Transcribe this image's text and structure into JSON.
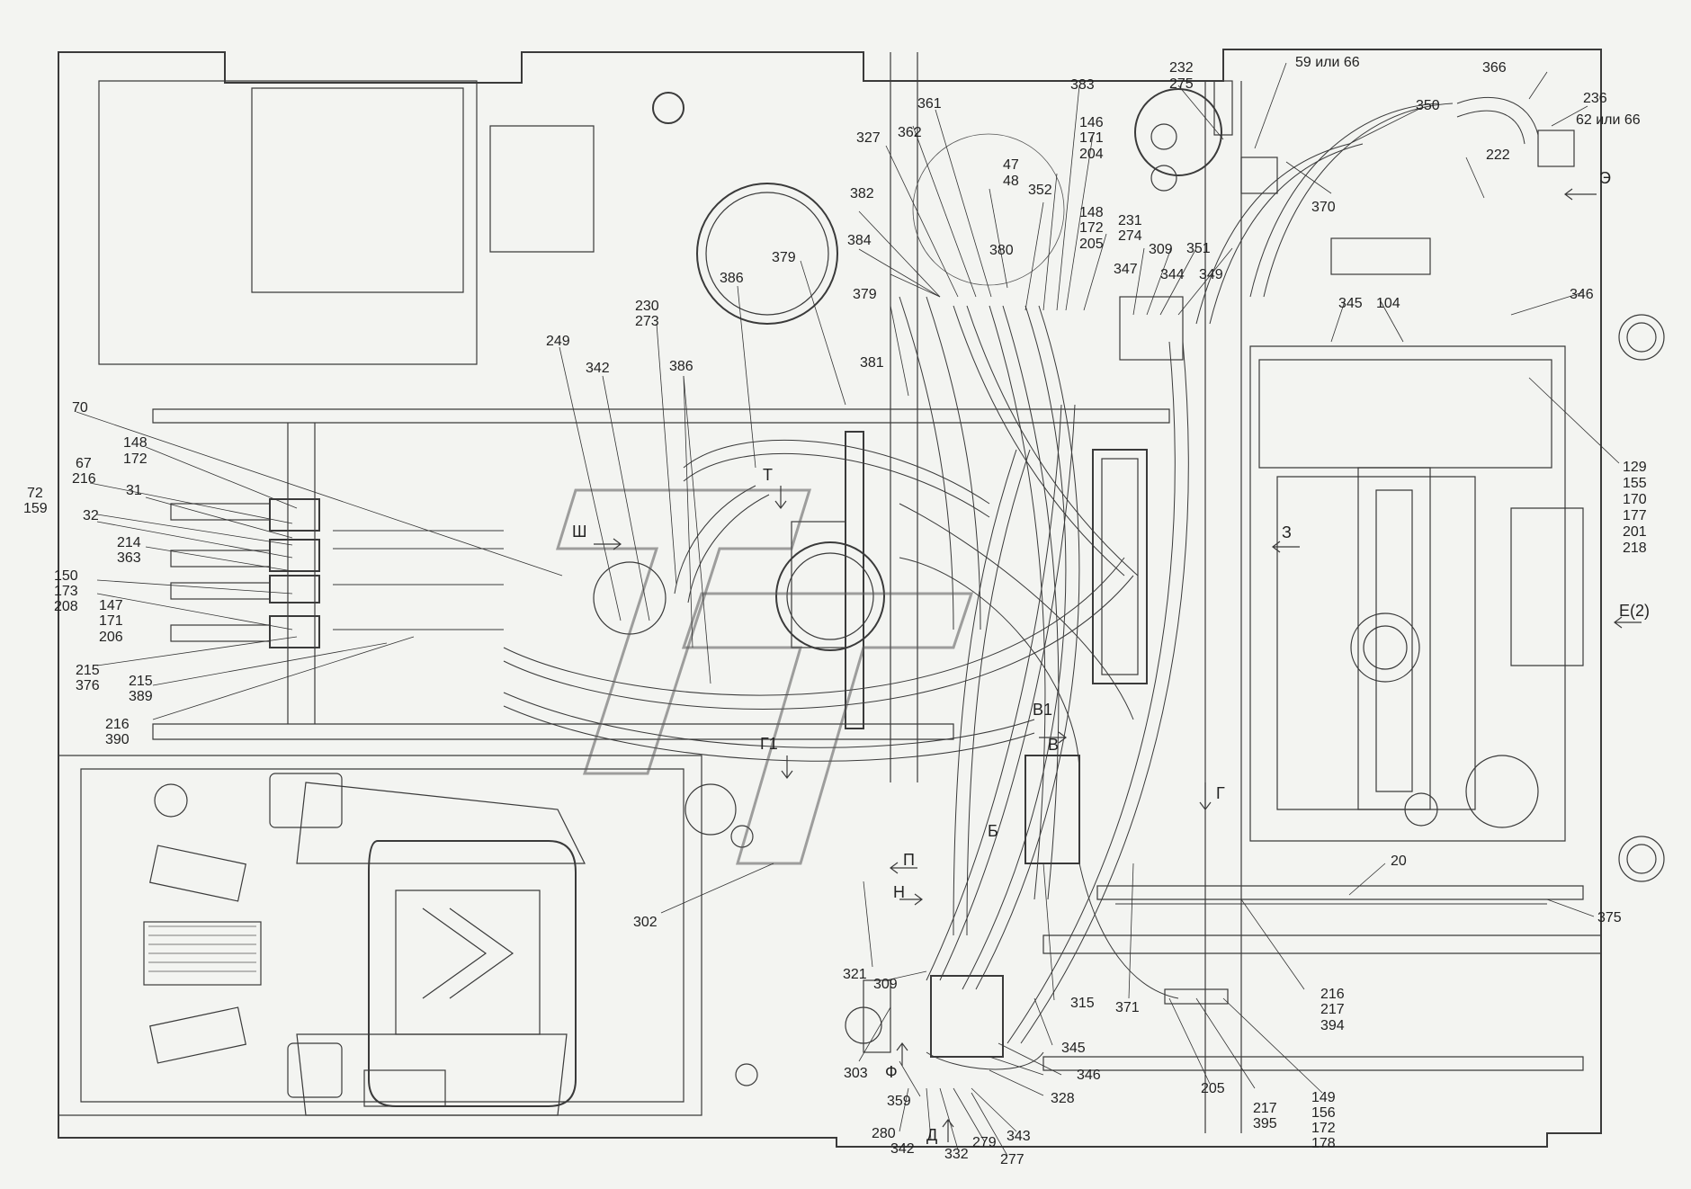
{
  "labels": [
    {
      "id": "l-59-66",
      "text": "59 или 66"
    },
    {
      "id": "l-366",
      "text": "366"
    },
    {
      "id": "l-232",
      "text": "232"
    },
    {
      "id": "l-275",
      "text": "275"
    },
    {
      "id": "l-236",
      "text": "236"
    },
    {
      "id": "l-62-66",
      "text": "62 или 66"
    },
    {
      "id": "l-350",
      "text": "350"
    },
    {
      "id": "l-383",
      "text": "383"
    },
    {
      "id": "l-222",
      "text": "222"
    },
    {
      "id": "l-146",
      "text": "146"
    },
    {
      "id": "l-171a",
      "text": "171"
    },
    {
      "id": "l-204",
      "text": "204"
    },
    {
      "id": "l-361",
      "text": "361"
    },
    {
      "id": "l-327",
      "text": "327"
    },
    {
      "id": "l-362",
      "text": "362"
    },
    {
      "id": "l-47",
      "text": "47"
    },
    {
      "id": "l-48",
      "text": "48"
    },
    {
      "id": "l-352",
      "text": "352"
    },
    {
      "id": "l-382",
      "text": "382"
    },
    {
      "id": "l-370",
      "text": "370"
    },
    {
      "id": "l-148a",
      "text": "148"
    },
    {
      "id": "l-172a",
      "text": "172"
    },
    {
      "id": "l-205a",
      "text": "205"
    },
    {
      "id": "l-231",
      "text": "231"
    },
    {
      "id": "l-274",
      "text": "274"
    },
    {
      "id": "l-384",
      "text": "384"
    },
    {
      "id": "l-380",
      "text": "380"
    },
    {
      "id": "l-309a",
      "text": "309"
    },
    {
      "id": "l-351",
      "text": "351"
    },
    {
      "id": "l-379a",
      "text": "379"
    },
    {
      "id": "l-347",
      "text": "347"
    },
    {
      "id": "l-344",
      "text": "344"
    },
    {
      "id": "l-349",
      "text": "349"
    },
    {
      "id": "l-386a",
      "text": "386"
    },
    {
      "id": "l-379b",
      "text": "379"
    },
    {
      "id": "l-346a",
      "text": "346"
    },
    {
      "id": "l-345a",
      "text": "345"
    },
    {
      "id": "l-104",
      "text": "104"
    },
    {
      "id": "l-230",
      "text": "230"
    },
    {
      "id": "l-273",
      "text": "273"
    },
    {
      "id": "l-249",
      "text": "249"
    },
    {
      "id": "l-342a",
      "text": "342"
    },
    {
      "id": "l-386b",
      "text": "386"
    },
    {
      "id": "l-381",
      "text": "381"
    },
    {
      "id": "l-70",
      "text": "70"
    },
    {
      "id": "l-148b",
      "text": "148"
    },
    {
      "id": "l-172b",
      "text": "172"
    },
    {
      "id": "l-67",
      "text": "67"
    },
    {
      "id": "l-216a",
      "text": "216"
    },
    {
      "id": "l-72",
      "text": "72"
    },
    {
      "id": "l-159",
      "text": "159"
    },
    {
      "id": "l-31",
      "text": "31"
    },
    {
      "id": "l-32",
      "text": "32"
    },
    {
      "id": "l-214",
      "text": "214"
    },
    {
      "id": "l-363",
      "text": "363"
    },
    {
      "id": "l-150",
      "text": "150"
    },
    {
      "id": "l-173",
      "text": "173"
    },
    {
      "id": "l-208",
      "text": "208"
    },
    {
      "id": "l-147",
      "text": "147"
    },
    {
      "id": "l-171b",
      "text": "171"
    },
    {
      "id": "l-206",
      "text": "206"
    },
    {
      "id": "l-215a",
      "text": "215"
    },
    {
      "id": "l-376",
      "text": "376"
    },
    {
      "id": "l-215b",
      "text": "215"
    },
    {
      "id": "l-389",
      "text": "389"
    },
    {
      "id": "l-216b",
      "text": "216"
    },
    {
      "id": "l-390",
      "text": "390"
    },
    {
      "id": "l-129",
      "text": "129"
    },
    {
      "id": "l-155",
      "text": "155"
    },
    {
      "id": "l-170",
      "text": "170"
    },
    {
      "id": "l-177",
      "text": "177"
    },
    {
      "id": "l-201",
      "text": "201"
    },
    {
      "id": "l-218",
      "text": "218"
    },
    {
      "id": "l-20",
      "text": "20"
    },
    {
      "id": "l-375",
      "text": "375"
    },
    {
      "id": "l-302",
      "text": "302"
    },
    {
      "id": "l-321",
      "text": "321"
    },
    {
      "id": "l-309b",
      "text": "309"
    },
    {
      "id": "l-315",
      "text": "315"
    },
    {
      "id": "l-371",
      "text": "371"
    },
    {
      "id": "l-216c",
      "text": "216"
    },
    {
      "id": "l-217a",
      "text": "217"
    },
    {
      "id": "l-394",
      "text": "394"
    },
    {
      "id": "l-345b",
      "text": "345"
    },
    {
      "id": "l-303",
      "text": "303"
    },
    {
      "id": "l-346b",
      "text": "346"
    },
    {
      "id": "l-205b",
      "text": "205"
    },
    {
      "id": "l-217b",
      "text": "217"
    },
    {
      "id": "l-395",
      "text": "395"
    },
    {
      "id": "l-149",
      "text": "149"
    },
    {
      "id": "l-156",
      "text": "156"
    },
    {
      "id": "l-172c",
      "text": "172"
    },
    {
      "id": "l-178",
      "text": "178"
    },
    {
      "id": "l-359",
      "text": "359"
    },
    {
      "id": "l-328",
      "text": "328"
    },
    {
      "id": "l-280",
      "text": "280"
    },
    {
      "id": "l-343",
      "text": "343"
    },
    {
      "id": "l-342b",
      "text": "342"
    },
    {
      "id": "l-332",
      "text": "332"
    },
    {
      "id": "l-279",
      "text": "279"
    },
    {
      "id": "l-277",
      "text": "277"
    }
  ],
  "view_markers": [
    {
      "id": "v-E",
      "text": "Э"
    },
    {
      "id": "v-E2",
      "text": "Е(2)"
    },
    {
      "id": "v-Z",
      "text": "З"
    },
    {
      "id": "v-T",
      "text": "Т"
    },
    {
      "id": "v-Sh",
      "text": "Ш"
    },
    {
      "id": "v-V1",
      "text": "В1"
    },
    {
      "id": "v-V",
      "text": "В"
    },
    {
      "id": "v-G1",
      "text": "Г1"
    },
    {
      "id": "v-G",
      "text": "Г"
    },
    {
      "id": "v-B",
      "text": "Б"
    },
    {
      "id": "v-P",
      "text": "П"
    },
    {
      "id": "v-N",
      "text": "Н"
    },
    {
      "id": "v-F",
      "text": "Ф"
    },
    {
      "id": "v-D",
      "text": "Д"
    }
  ]
}
